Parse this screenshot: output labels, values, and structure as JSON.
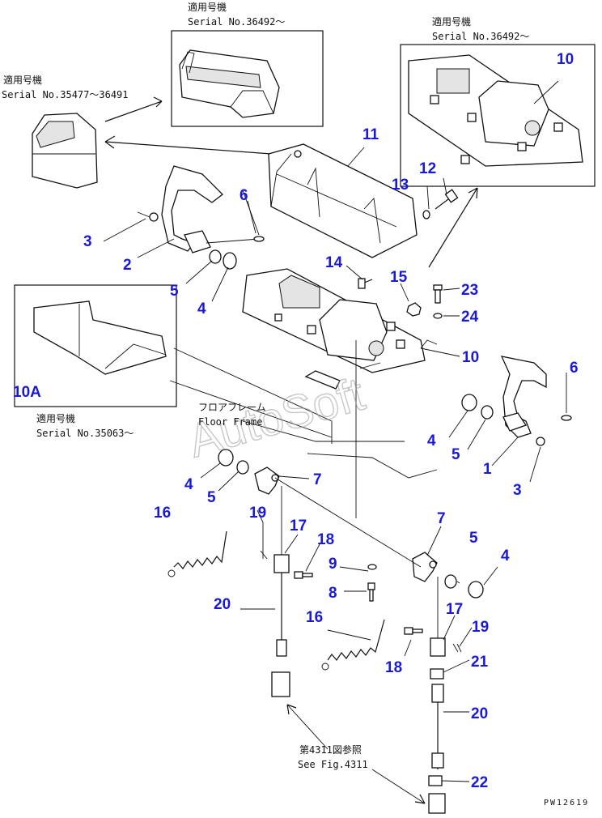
{
  "diagram": {
    "notes": {
      "top_center": {
        "line1": "適用号機",
        "line2": "Serial No.36492～"
      },
      "top_right": {
        "line1": "適用号機",
        "line2": "Serial No.36492～"
      },
      "top_left": {
        "line1": "適用号機",
        "line2": "Serial No.35477～36491"
      },
      "mid_left": {
        "line1": "適用号機",
        "line2": "Serial No.35063～"
      },
      "floor_frame": {
        "line1": "フロアフレーム",
        "line2": "Floor Frame"
      },
      "see_fig": {
        "line1": "第4311図参照",
        "line2": "See Fig.4311"
      }
    },
    "callouts": [
      "1",
      "2",
      "3",
      "3",
      "4",
      "4",
      "4",
      "4",
      "5",
      "5",
      "5",
      "5",
      "6",
      "6",
      "7",
      "7",
      "8",
      "9",
      "10",
      "10",
      "10A",
      "11",
      "12",
      "13",
      "14",
      "15",
      "16",
      "16",
      "17",
      "17",
      "18",
      "18",
      "19",
      "19",
      "20",
      "20",
      "21",
      "22",
      "23",
      "24"
    ],
    "watermark": "AutoSoft",
    "figure_code": "PW12619",
    "accent_color": "#1a1ad6"
  }
}
